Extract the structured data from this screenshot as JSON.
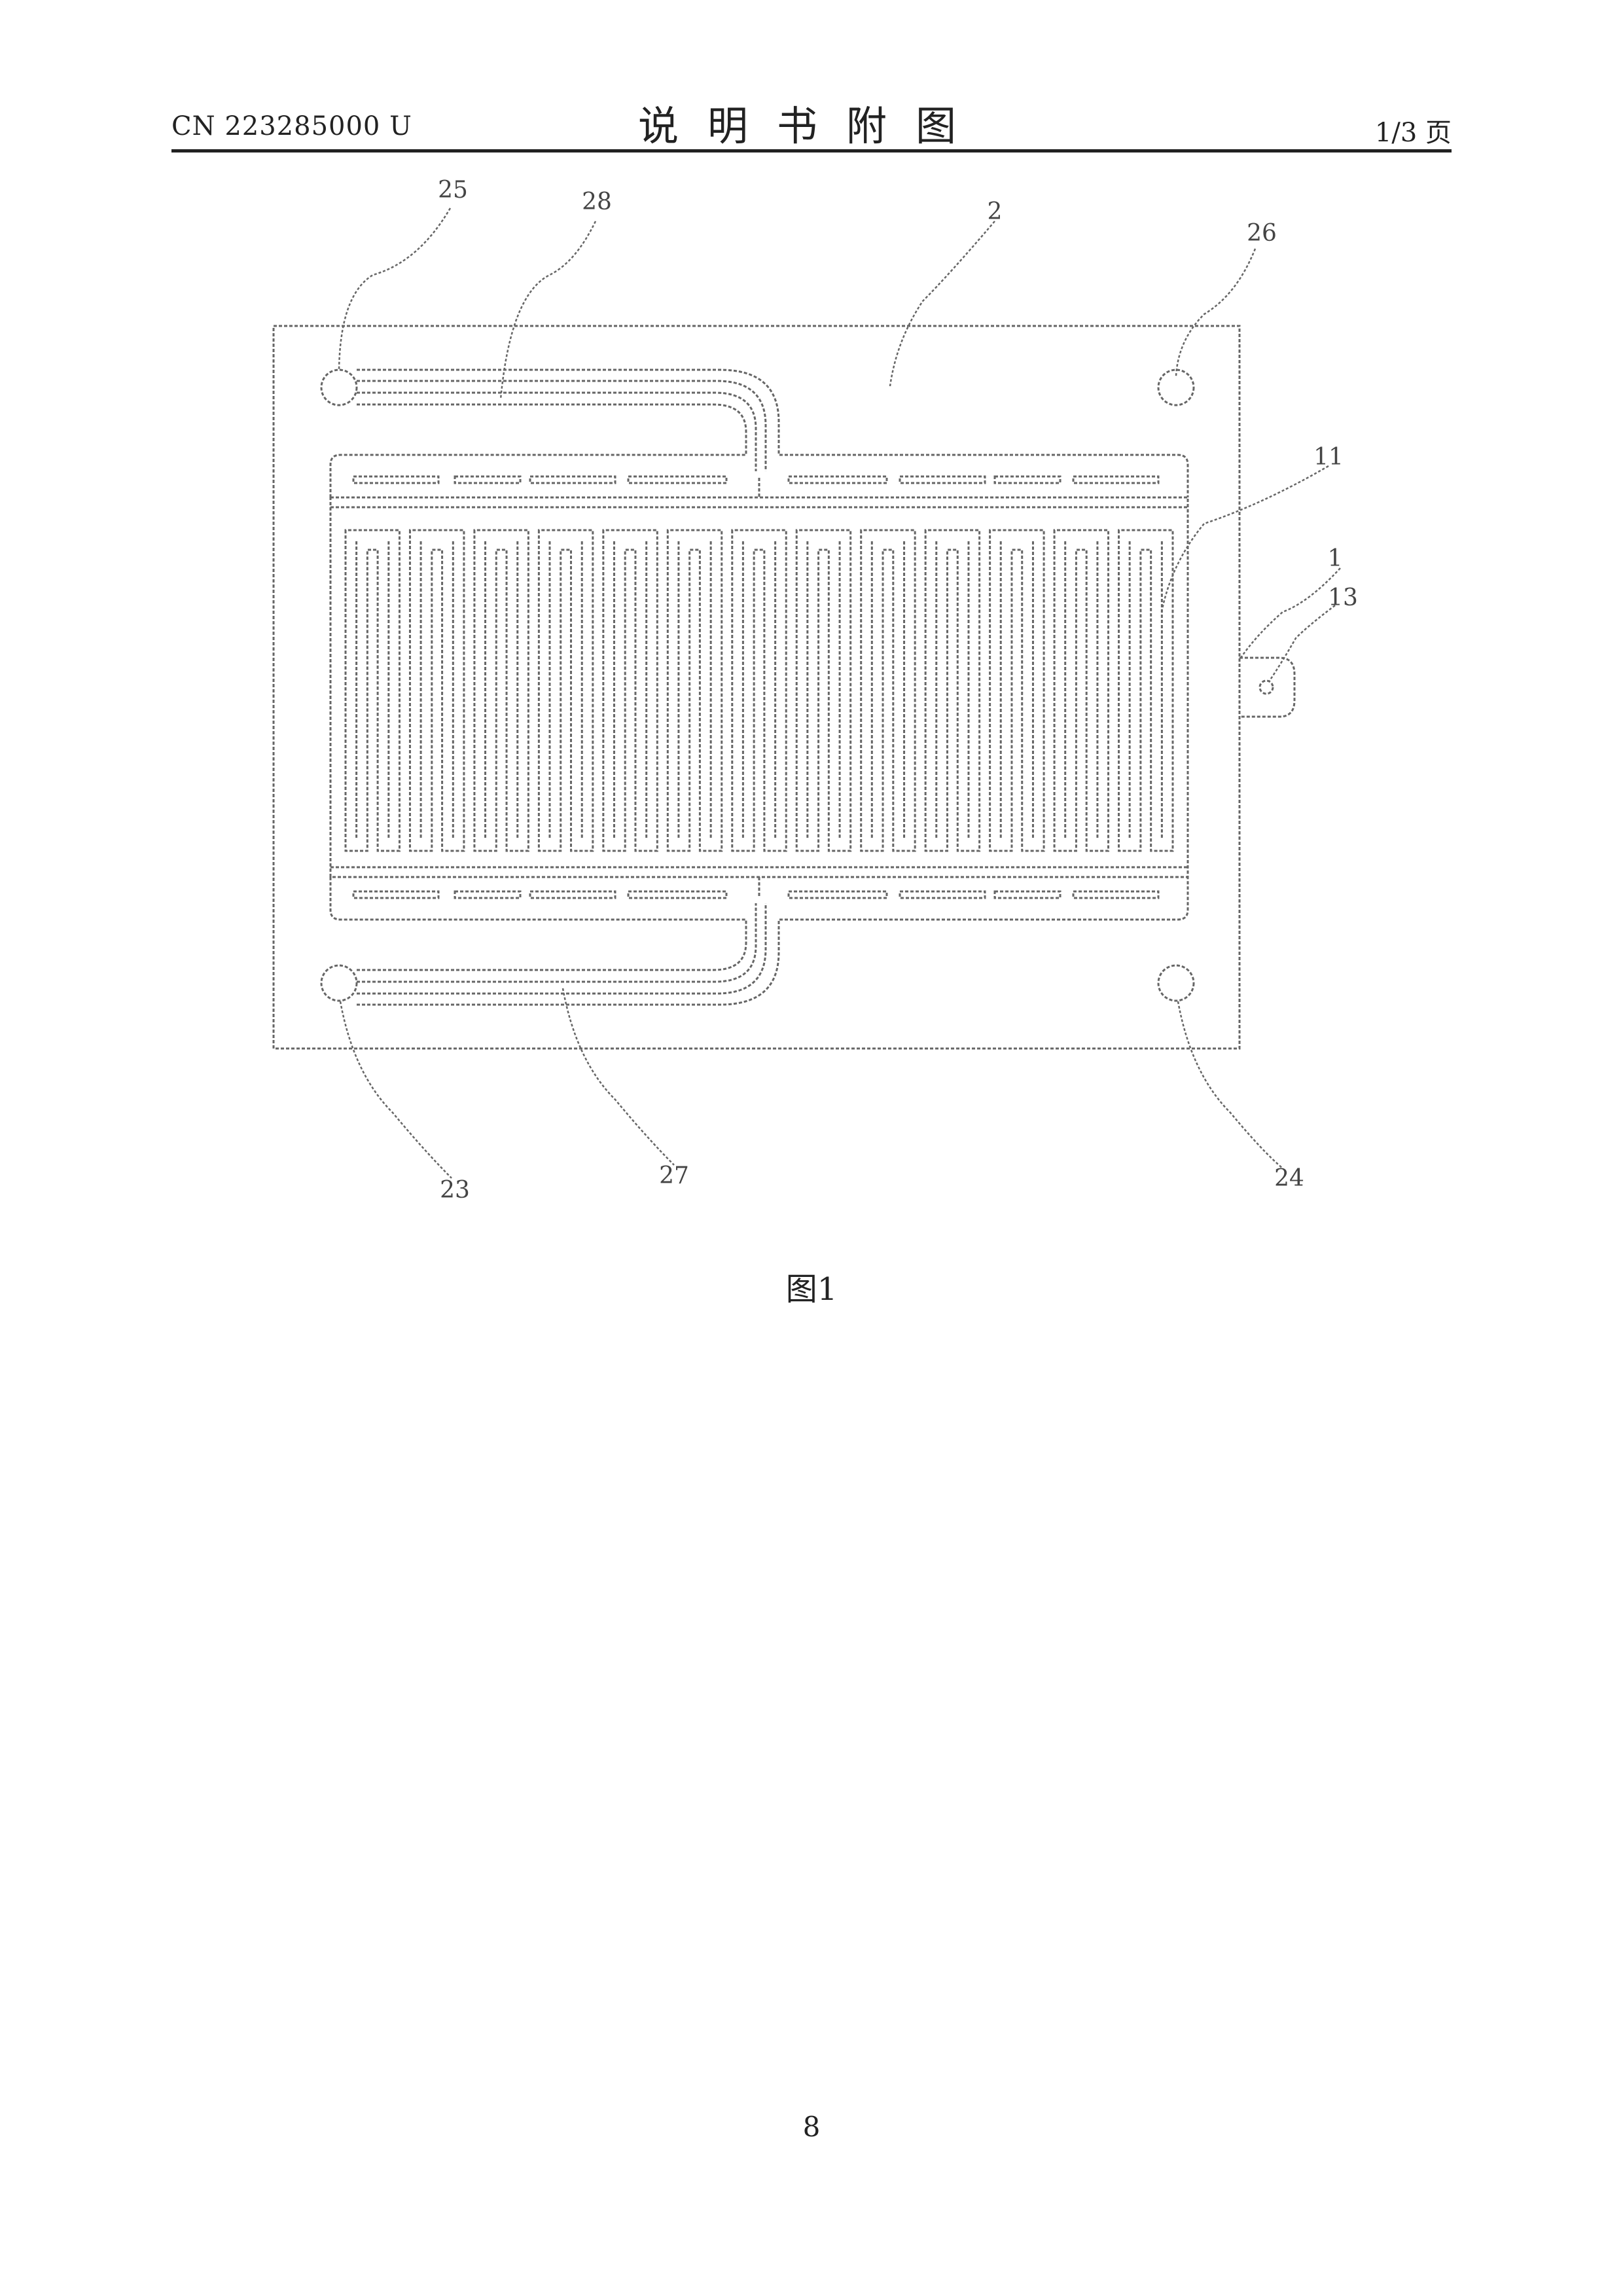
{
  "header": {
    "doc_number": "CN 223285000 U",
    "title": "说明书附图",
    "page_count": "1/3 页"
  },
  "figure": {
    "caption": "图1",
    "labels": {
      "plate": "2",
      "inlet_port_top_left": "25",
      "top_channel": "28",
      "port_top_right": "26",
      "serpentine_channel": "11",
      "cold_plate_body": "1",
      "mount_tab_hole": "13",
      "port_bottom_left": "23",
      "bottom_channel": "27",
      "port_bottom_right": "24"
    }
  },
  "footer": {
    "page_number": "8"
  }
}
